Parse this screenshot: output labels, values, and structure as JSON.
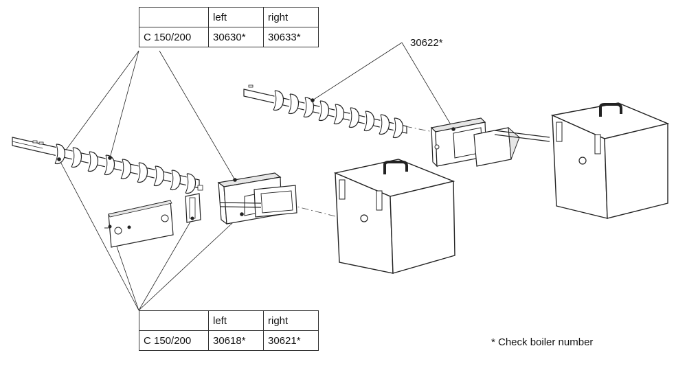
{
  "tables": [
    {
      "id": "top",
      "header": [
        "",
        "left",
        "right"
      ],
      "rows": [
        [
          "C 150/200",
          "30630*",
          "30633*"
        ]
      ]
    },
    {
      "id": "bottom",
      "header": [
        "",
        "left",
        "right"
      ],
      "rows": [
        [
          "C 150/200",
          "30618*",
          "30621*"
        ]
      ]
    }
  ],
  "callout_part": "30622*",
  "footnote": "*  Check boiler number",
  "colors": {
    "line": "#222222",
    "fill": "#ffffff",
    "shade": "#dcdcdc"
  }
}
